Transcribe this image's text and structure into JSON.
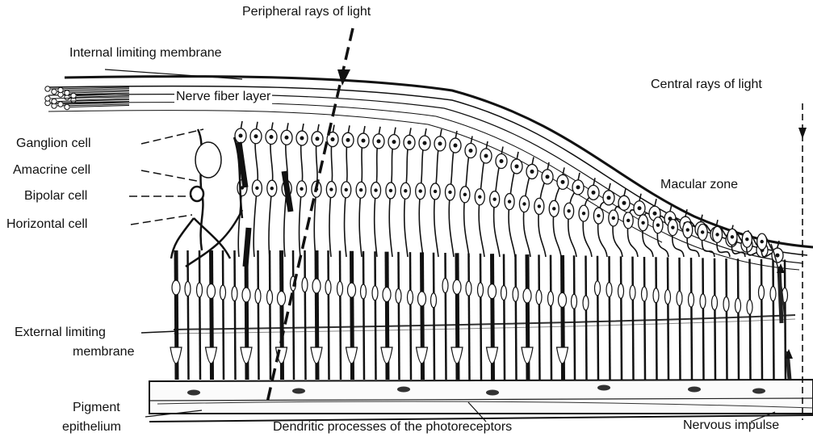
{
  "labels": {
    "peripheral_rays": "Peripheral rays of light",
    "internal_limiting_membrane": "Internal limiting membrane",
    "central_rays": "Central rays of light",
    "nerve_fiber_layer": "Nerve fiber layer",
    "ganglion_cell": "Ganglion cell",
    "amacrine_cell": "Amacrine cell",
    "bipolar_cell": "Bipolar cell",
    "horizontal_cell": "Horizontal cell",
    "macular_zone": "Macular zone",
    "external_limiting_membrane_1": "External limiting",
    "external_limiting_membrane_2": "membrane",
    "pigment_epithelium_1": "Pigment",
    "pigment_epithelium_2": "epithelium",
    "dendritic_processes": "Dendritic processes of the photoreceptors",
    "nervous_impulse": "Nervous impulse"
  }
}
